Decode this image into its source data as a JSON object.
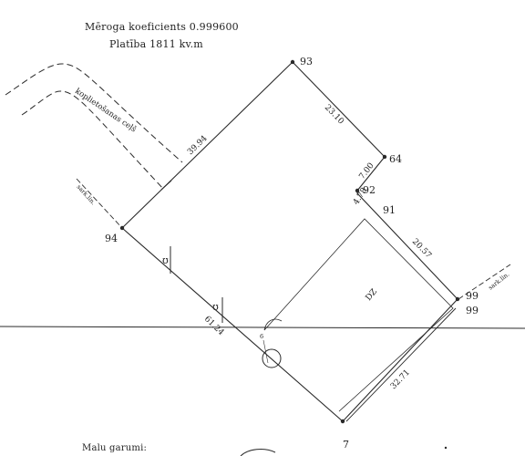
{
  "header": {
    "scale_coefficient": "Mēroga koeficients 0.999600",
    "area": "Platība 1811 kv.m"
  },
  "road_label": "koplietošanas ceļš",
  "red_line_labels": [
    "sark.lin.",
    "sark.lin."
  ],
  "point_labels": [
    "93",
    "64",
    "92",
    "91",
    "94",
    "99",
    "99",
    "7"
  ],
  "segment_lengths": [
    "23.10",
    "39.94",
    "7.00",
    "4.78",
    "20.57",
    "61.24",
    "32.71"
  ],
  "parcel_label": "DZ",
  "footer_text": "Malu garumi:",
  "colors": {
    "ink": "#2a2a2a",
    "paper": "#ffffff"
  }
}
